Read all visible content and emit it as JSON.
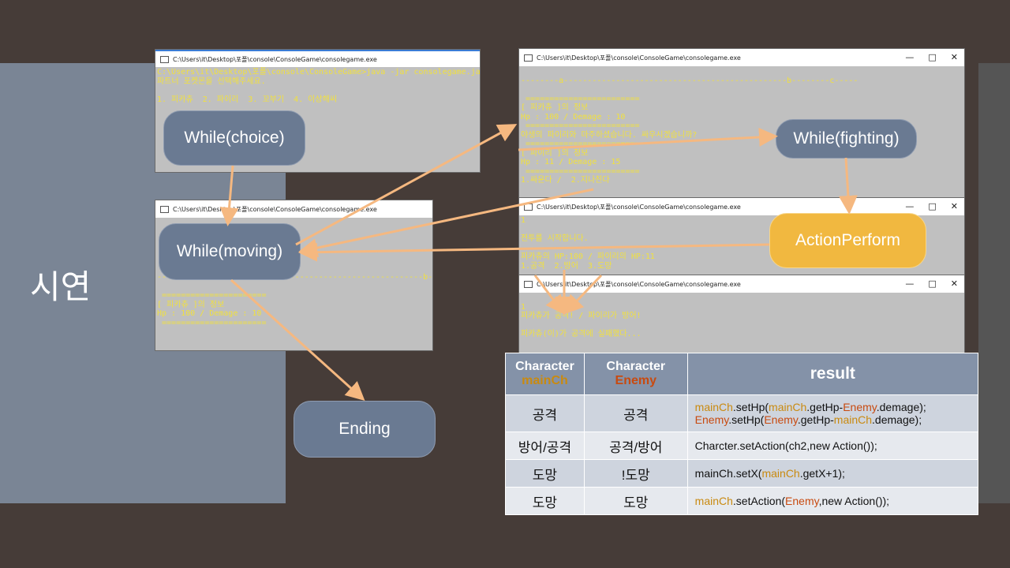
{
  "slide_title": "시연",
  "window_title": "C:\\Users\\it\\Desktop\\포폴\\console\\ConsoleGame\\consolegame.exe",
  "console1": {
    "lines": [
      "C:\\Users\\it\\Desktop\\포폴\\console\\ConsoleGame>java -jar consolegame.jar",
      "파트너 포켓몬을 선택해주세요.",
      "",
      "1. 피카츄  2. 파이리  3. 꼬부기  4. 이상해씨"
    ]
  },
  "console2": {
    "lines": [
      "",
      "",
      "",
      "",
      "",
      "",
      "--------a-----------------------------------------------b-----",
      "",
      " ======================",
      "[ 피카츄 ]의 정보",
      "Hp : 100 / Demage : 10",
      " ======================"
    ]
  },
  "console3": {
    "lines": [
      "",
      "--------a-----------------------------------------------b--------c-----",
      "",
      " ========================",
      "[ 피카츄 ]의 정보",
      "Hp : 100 / Demage : 10",
      " ========================",
      "야생의 파이리와 마주하셨습니다. 싸우시겠습니까?",
      " ========================",
      "[ 파이리 ]의 정보",
      "Hp : 11 / Demage : 15",
      " ========================",
      "1.싸운다 /  2.지나친다"
    ]
  },
  "console4": {
    "lines": [
      "1",
      "",
      "전투를 시작합니다.",
      "",
      "피카츄의 HP:100 / 파이리의 HP:11",
      "1.공격  2.방어  3.도망"
    ]
  },
  "console5": {
    "lines": [
      "",
      "1",
      "피카츄가 공격! / 파이리가 방어!",
      "",
      "피카츄(이)가 공격에 실패했다..."
    ]
  },
  "nodes": {
    "choice": "While(choice)",
    "moving": "While(moving)",
    "fighting": "While(fighting)",
    "action": "ActionPerform",
    "ending": "Ending"
  },
  "table": {
    "header": {
      "col1_top": "Character",
      "col1_sub": "mainCh",
      "col2_top": "Character",
      "col2_sub": "Enemy",
      "col3": "result"
    },
    "rows": [
      {
        "a": "공격",
        "b": "공격",
        "r1": [
          {
            "t": "mainCh",
            "c": "hl"
          },
          {
            "t": ".setHp(",
            "c": ""
          },
          {
            "t": "mainCh",
            "c": "hl"
          },
          {
            "t": ".getHp-",
            "c": ""
          },
          {
            "t": "Enemy",
            "c": "hl2"
          },
          {
            "t": ".demage);",
            "c": ""
          }
        ],
        "r2": [
          {
            "t": "Enemy",
            "c": "hl2"
          },
          {
            "t": ".setHp(",
            "c": ""
          },
          {
            "t": "Enemy",
            "c": "hl2"
          },
          {
            "t": ".getHp-",
            "c": ""
          },
          {
            "t": "mainCh",
            "c": "hl"
          },
          {
            "t": ".demage);",
            "c": ""
          }
        ]
      },
      {
        "a": "방어/공격",
        "b": "공격/방어",
        "r1": [
          {
            "t": "Charcter.setAction(ch2,new Action());",
            "c": ""
          }
        ],
        "r2": []
      },
      {
        "a": "도망",
        "b": "!도망",
        "r1": [
          {
            "t": "mainCh.setX(",
            "c": ""
          },
          {
            "t": "mainCh",
            "c": "hl"
          },
          {
            "t": ".getX+1);",
            "c": ""
          }
        ],
        "r2": []
      },
      {
        "a": "도망",
        "b": "도망",
        "r1": [
          {
            "t": "mainCh",
            "c": "hl"
          },
          {
            "t": ".setAction(",
            "c": ""
          },
          {
            "t": "Enemy",
            "c": "hl2"
          },
          {
            "t": ",new Action());",
            "c": ""
          }
        ],
        "r2": []
      }
    ]
  },
  "colors": {
    "arrow": "#f5b880",
    "node": "#6a7a92",
    "node_highlight": "#f1b840",
    "console_text": "#f0e040"
  }
}
